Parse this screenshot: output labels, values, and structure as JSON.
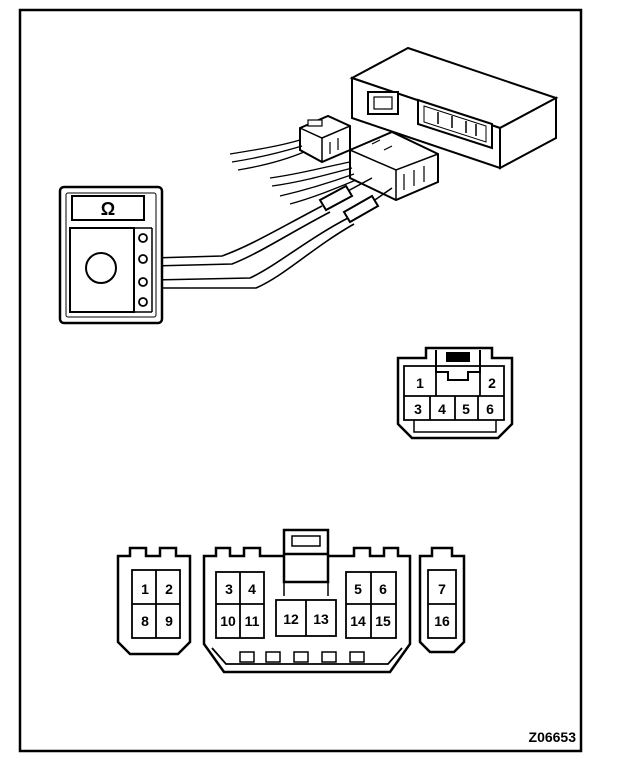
{
  "meter": {
    "symbol": "Ω"
  },
  "small_connector": {
    "pins": [
      "1",
      "2",
      "3",
      "4",
      "5",
      "6"
    ]
  },
  "large_connector": {
    "pins": [
      "1",
      "2",
      "8",
      "9",
      "3",
      "4",
      "10",
      "11",
      "12",
      "13",
      "5",
      "6",
      "14",
      "15",
      "7",
      "16"
    ]
  },
  "figure_code": "Z06653"
}
